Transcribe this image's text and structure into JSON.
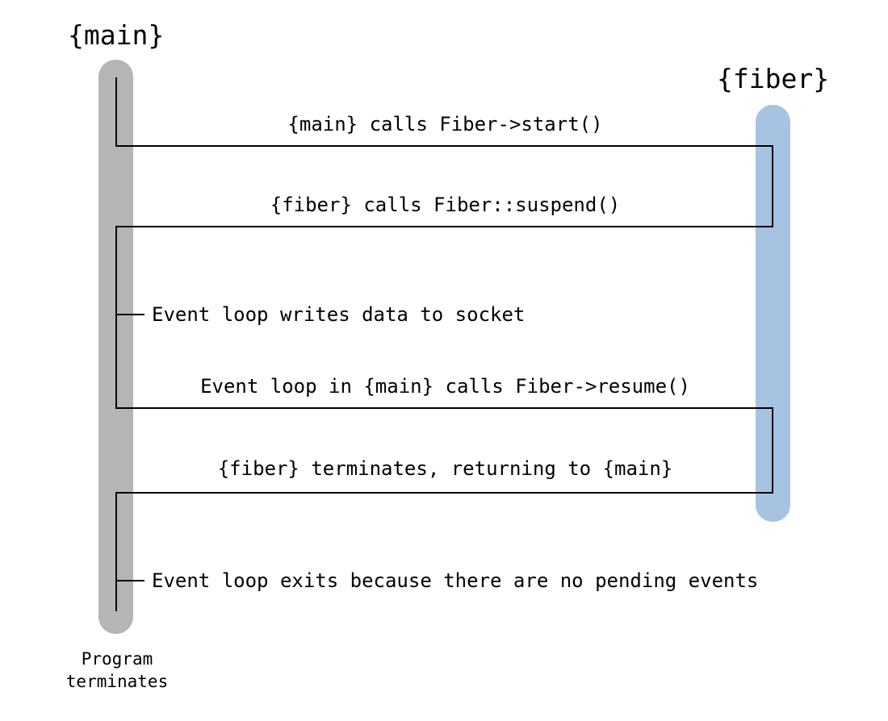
{
  "diagram": {
    "actors": [
      {
        "id": "main",
        "label": "{main}",
        "color": "#b5b5b5"
      },
      {
        "id": "fiber",
        "label": "{fiber}",
        "color": "#a7c3e2"
      }
    ],
    "line_color": "#000000",
    "messages": [
      {
        "text": "{main} calls Fiber->start()",
        "from": "main",
        "to": "fiber",
        "type": "call"
      },
      {
        "text": "{fiber} calls Fiber::suspend()",
        "from": "fiber",
        "to": "main",
        "type": "return"
      },
      {
        "text": "Event loop writes data to socket",
        "on": "main",
        "type": "note"
      },
      {
        "text": "Event loop in {main} calls Fiber->resume()",
        "from": "main",
        "to": "fiber",
        "type": "call"
      },
      {
        "text": "{fiber} terminates, returning to {main}",
        "from": "fiber",
        "to": "main",
        "type": "return"
      },
      {
        "text": "Event loop exits because there are no pending events",
        "on": "main",
        "type": "note"
      }
    ],
    "footer": "Program\nterminates"
  }
}
